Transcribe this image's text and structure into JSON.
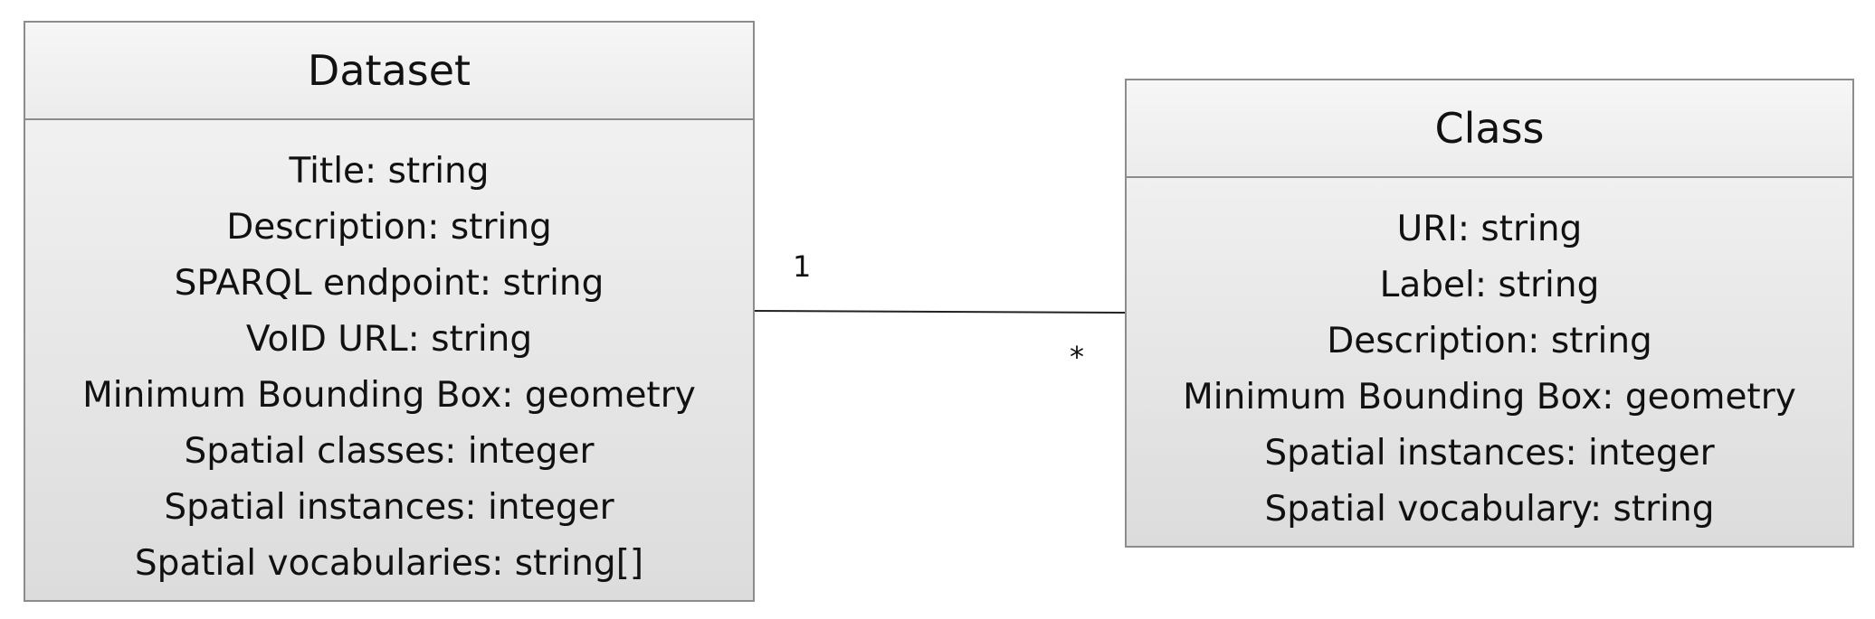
{
  "dataset": {
    "name": "Dataset",
    "attributes": [
      "Title: string",
      "Description: string",
      "SPARQL endpoint: string",
      "VoID URL: string",
      "Minimum Bounding Box: geometry",
      "Spatial classes: integer",
      "Spatial instances: integer",
      "Spatial vocabularies: string[]"
    ]
  },
  "class": {
    "name": "Class",
    "attributes": [
      "URI: string",
      "Label: string",
      "Description: string",
      "Minimum Bounding Box: geometry",
      "Spatial instances: integer",
      "Spatial vocabulary: string"
    ]
  },
  "association": {
    "dataset_multiplicity": "1",
    "class_multiplicity": "*"
  },
  "colors": {
    "border": "#8c8c8c",
    "line": "#222222"
  }
}
